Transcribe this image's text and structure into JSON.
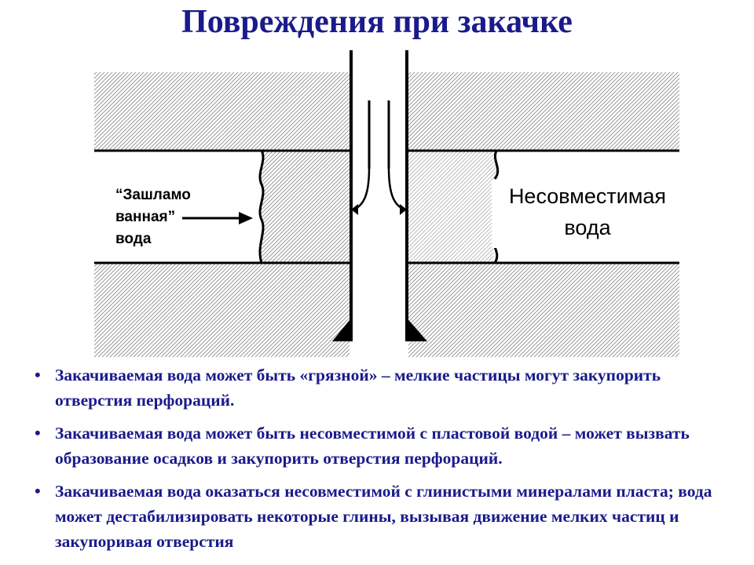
{
  "title": "Повреждения при закачке",
  "diagram": {
    "left_label": [
      "“Зашламо",
      "ванная”",
      "вода"
    ],
    "right_label": [
      "Несовместимая",
      "вода"
    ]
  },
  "bullets": [
    {
      "symbol": "•",
      "text": "Закачиваемая вода может быть «грязной» – мелкие частицы могут закупорить отверстия перфораций."
    },
    {
      "symbol": "•",
      "text": "Закачиваемая вода может быть несовместимой с пластовой водой – может вызвать образование осадков и закупорить отверстия перфораций."
    },
    {
      "symbol": "•",
      "text": "Закачиваемая вода оказаться несовместимой с глинистыми минералами пласта; вода может дестабилизировать некоторые глины, вызывая движение мелких частиц и закупоривая отверстия"
    }
  ],
  "colors": {
    "title": "#1a1a8c",
    "bullets": "#1a1a8c",
    "hatch": "#8c8c8c",
    "line": "#000000"
  }
}
